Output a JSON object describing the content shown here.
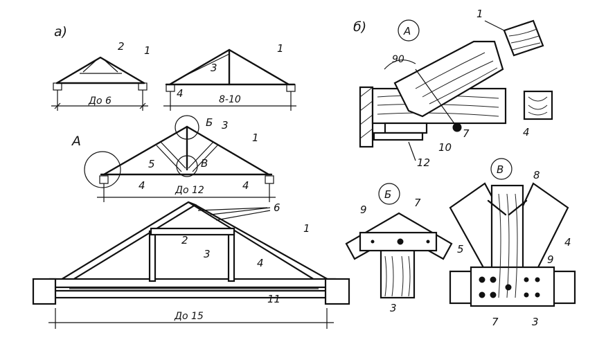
{
  "labels": {
    "part_a": "а)",
    "part_b": "б)",
    "span_6": "До 6",
    "span_8_10": "8-10",
    "span_12": "До 12",
    "span_15": "До 15",
    "node_A_big": "А",
    "node_B": "Б",
    "node_V": "В",
    "circle_A": "А",
    "circle_B": "Б",
    "circle_V": "В",
    "angle_90": "90",
    "n1": "1",
    "n2": "2",
    "n3": "3",
    "n4": "4",
    "n5": "5",
    "n6": "6",
    "n7": "7",
    "n8": "8",
    "n9": "9",
    "n10": "10",
    "n11": "11",
    "n12": "12"
  }
}
